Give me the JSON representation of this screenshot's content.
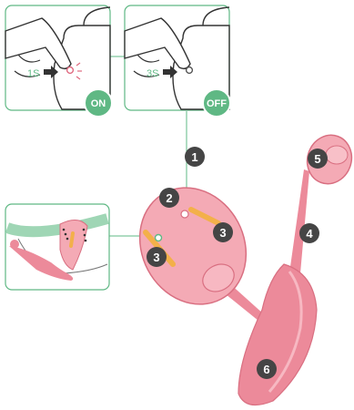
{
  "panels": {
    "on": {
      "time": "1S",
      "state": "ON"
    },
    "off": {
      "time": "3S",
      "state": "OFF"
    }
  },
  "callouts": [
    "1",
    "2",
    "3",
    "3",
    "4",
    "5",
    "6"
  ],
  "colors": {
    "green": "#5fb884",
    "green_light": "#7fcf9e",
    "pink": "#ec8a9a",
    "pink_light": "#f4aab5",
    "pink_dark": "#d96f81",
    "orange": "#f3b04a",
    "badge": "#454545",
    "line": "#4a4a4a"
  }
}
